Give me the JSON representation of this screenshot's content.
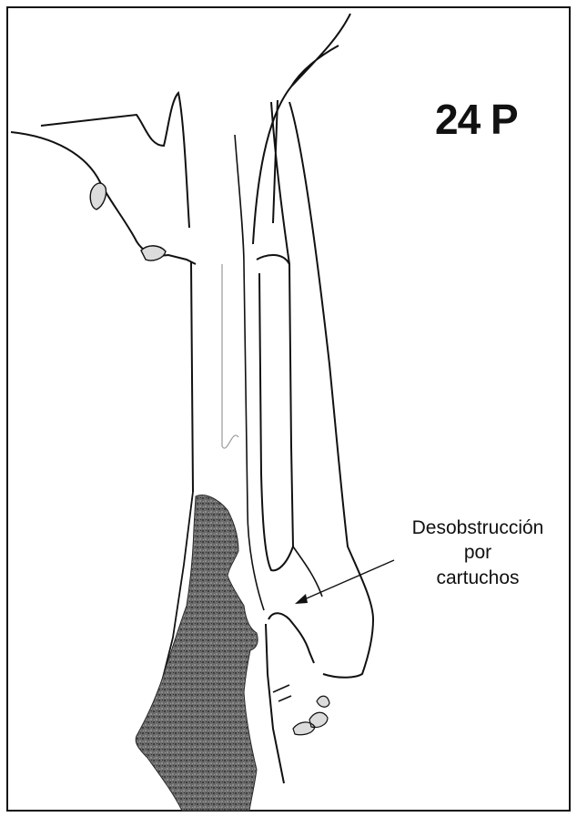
{
  "figure": {
    "label": "24 P",
    "annotation": {
      "lines": [
        "Desobstrucción",
        "por",
        "cartuchos"
      ]
    },
    "colors": {
      "ink": "#111111",
      "shading": "#5a5a5a",
      "faint_line": "#9a9a9a",
      "debris": "#dcdcdc"
    }
  }
}
